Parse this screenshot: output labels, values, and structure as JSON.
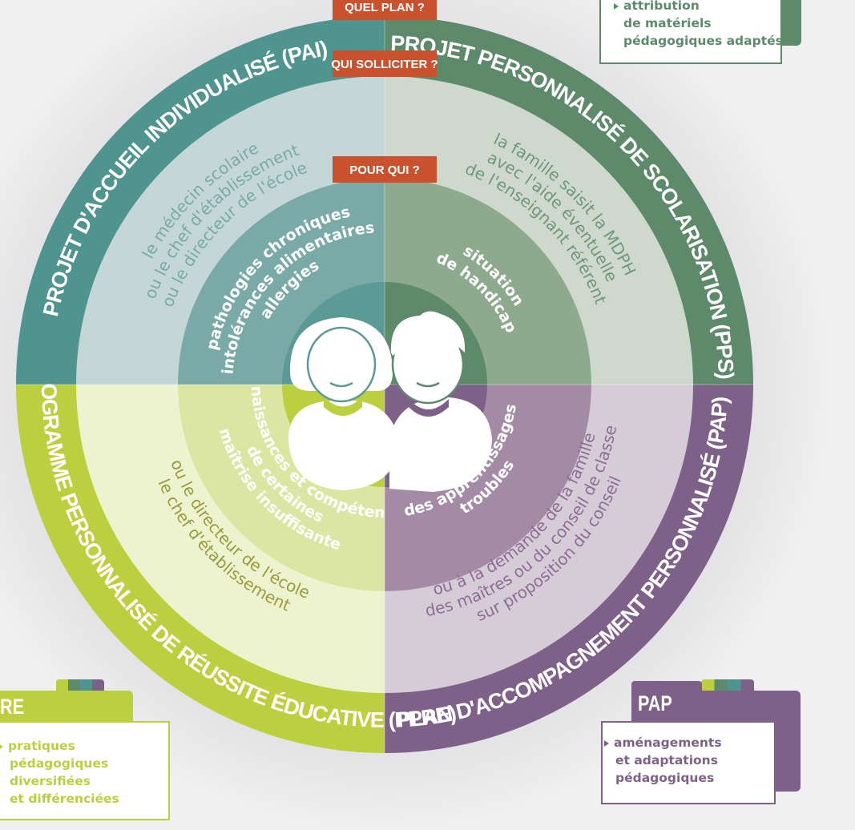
{
  "colors": {
    "pai": "#4f948f",
    "pai_mid": "#c4d6d6",
    "pai_in": "#79aaa8",
    "pai_core": "#5c9a95",
    "pps": "#5e8a6c",
    "pps_mid": "#cfd8cd",
    "pps_in": "#8eaa8e",
    "pps_core": "#5d8a6b",
    "pap": "#7e6188",
    "pap_mid": "#d6ccd8",
    "pap_in": "#a48ba5",
    "pap_core": "#7e6188",
    "ppre": "#bccf3f",
    "ppre_mid": "#eef3cf",
    "ppre_in": "#dbe6a2",
    "ppre_core": "#bccf3f",
    "label_red": "#c9512e"
  },
  "labels": {
    "plan": "QUEL PLAN ?",
    "solliciter": "QUI SOLLICITER ?",
    "pour_qui": "POUR QUI ?"
  },
  "plans": {
    "pai": {
      "name": "PROJET D'ACCUEIL INDIVIDUALISÉ (PAI)",
      "who": [
        "le médecin scolaire",
        "ou le chef d'établissement",
        "ou le directeur de l'école"
      ],
      "for": [
        "pathologies chroniques",
        "intolérances alimentaires",
        "allergies"
      ]
    },
    "pps": {
      "name": "PROJET PERSONNALISÉ DE SCOLARISATION (PPS)",
      "who": [
        "la famille saisit la MDPH",
        "avec l'aide éventuelle",
        "de l'enseignant référent"
      ],
      "for": [
        "situation",
        "de handicap"
      ]
    },
    "pap": {
      "name": "PLAN D'ACCOMPAGNEMENT PERSONNALISÉ (PAP)",
      "who": [
        "sur proposition du conseil",
        "des maîtres ou du conseil de classe",
        "ou à la demande de la famille"
      ],
      "for": [
        "troubles",
        "des apprentissages"
      ]
    },
    "ppre": {
      "name": "PROGRAMME PERSONNALISÉ DE RÉUSSITE ÉDUCATIVE (PPRE)",
      "who": [
        "le chef d'établissement",
        "ou le directeur de l'école"
      ],
      "for": [
        "maîtrise insuffisante",
        "de certaines",
        "connaissances et compétences"
      ]
    }
  },
  "cards": {
    "pps": {
      "lines": [
        "attribution",
        "de matériels",
        "pédagogiques adaptés"
      ]
    },
    "ppre": {
      "title": "RE",
      "lines": [
        "pratiques",
        "pédagogiques",
        "diversifiées",
        "et différenciées"
      ]
    },
    "pap": {
      "title": "PAP",
      "lines": [
        "aménagements",
        "et adaptations",
        "pédagogiques"
      ]
    }
  }
}
